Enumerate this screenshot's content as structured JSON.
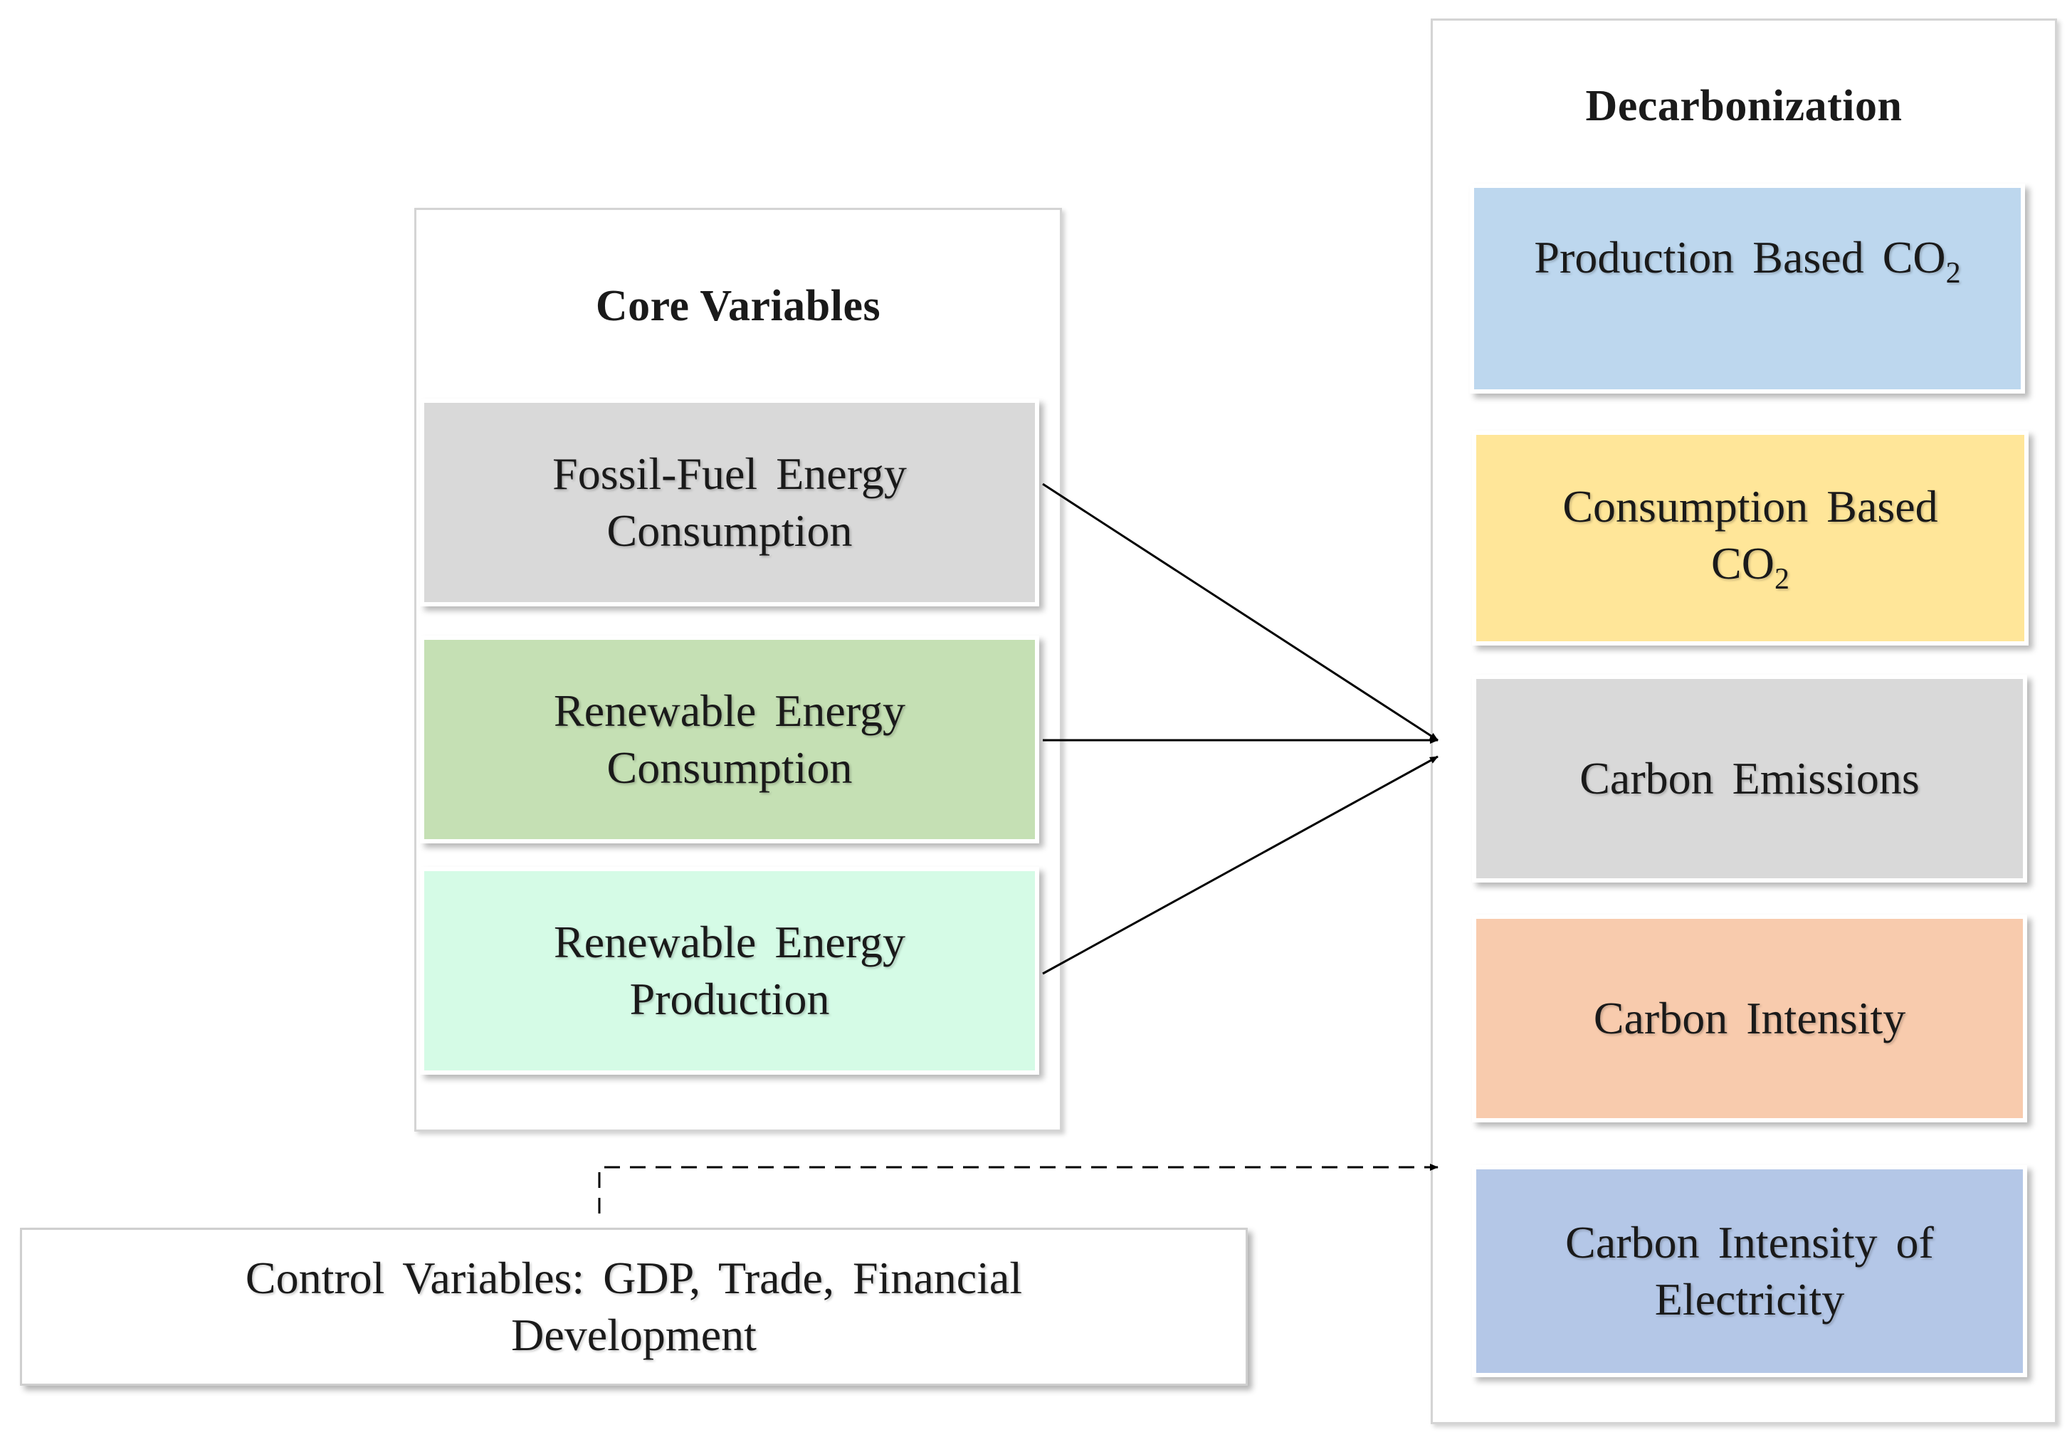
{
  "core": {
    "title": "Core Variables",
    "items": [
      {
        "label": "Fossil-Fuel Energy Consumption",
        "color": "#d9d9d9"
      },
      {
        "label": "Renewable Energy Consumption",
        "color": "#c5e0b4"
      },
      {
        "label": "Renewable Energy Production",
        "color": "#d5fbe6"
      }
    ]
  },
  "decarbonization": {
    "title": "Decarbonization",
    "items": [
      {
        "label": "Production Based CO",
        "sub": "2",
        "color": "#bdd7ee"
      },
      {
        "label": "Consumption Based CO",
        "sub": "2",
        "color": "#ffe699"
      },
      {
        "label": "Carbon Emissions",
        "color": "#d9d9d9"
      },
      {
        "label": "Carbon Intensity",
        "color": "#f8cbad"
      },
      {
        "label": "Carbon Intensity of Electricity",
        "color": "#b4c7e7"
      }
    ]
  },
  "control": {
    "label": "Control Variables: GDP, Trade, Financial Development"
  }
}
